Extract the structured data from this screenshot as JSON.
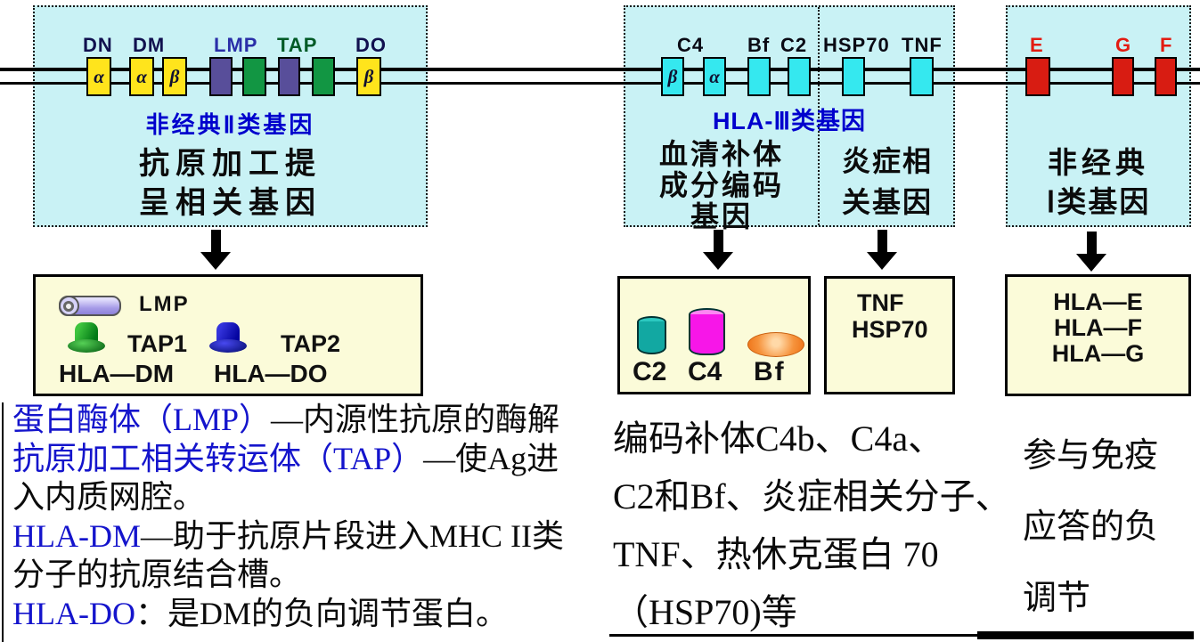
{
  "slide": {
    "top_left_region": {
      "gene_labels": {
        "dn": "DN",
        "dm": "DM",
        "lmp": "LMP",
        "tap": "TAP",
        "do": "DO"
      },
      "gene_letters": {
        "box1": "α",
        "box2": "α",
        "box3": "β",
        "box8": "β"
      },
      "class_label": "非经典Ⅱ类基因",
      "caption_line1": "抗原加工提",
      "caption_line2": "呈相关基因"
    },
    "top_middle_region": {
      "gene_labels": {
        "c4": "C4",
        "bf": "Bf",
        "c2": "C2",
        "hsp70": "HSP70",
        "tnf": "TNF"
      },
      "gene_letters": {
        "box1": "β",
        "box2": "α"
      },
      "class_label": "HLA-Ⅲ类基因",
      "complement_caption_line1": "血清补体",
      "complement_caption_line2": "成分编码",
      "complement_caption_line3": "基因",
      "inflammation_caption_line1": "炎症相",
      "inflammation_caption_line2": "关基因"
    },
    "top_right_region": {
      "gene_labels": {
        "e": "E",
        "g": "G",
        "f": "F"
      },
      "caption_line1": "非经典",
      "caption_line2": "Ⅰ类基因"
    },
    "panel_antigen_processing": {
      "lmp_label": "LMP",
      "tap1_label": "TAP1",
      "tap2_label": "TAP2",
      "hla_dm_label": "HLA—DM",
      "hla_do_label": "HLA—DO"
    },
    "panel_complement": {
      "c2_label": "C2",
      "c4_label": "C4",
      "bf_label": "Bf"
    },
    "panel_tnf_hsp": {
      "line1": "TNF",
      "line2": "HSP70"
    },
    "panel_hla_efg": {
      "line1": "HLA—E",
      "line2": "HLA—F",
      "line3": "HLA—G"
    },
    "notes_left": {
      "line1_blue": "蛋白酶体（LMP）",
      "line1_black": "—内源性抗原的酶解",
      "line2_blue": "抗原加工相关转运体（TAP）",
      "line2_black": "—使Ag进",
      "line3": "入内质网腔。",
      "line4_blue": "HLA-DM",
      "line4_black": "—助于抗原片段进入MHC II类",
      "line5": "分子的抗原结合槽。",
      "line6_blue": "HLA-DO",
      "line6_black": "：是DM的负向调节蛋白。"
    },
    "notes_middle": {
      "line1": "编码补体C4b、C4a、",
      "line2": "C2和Bf、炎症相关分子、",
      "line3": "TNF、热休克蛋白 70",
      "line4": "（HSP70)等"
    },
    "notes_right": {
      "line1": "参与免疫",
      "line2": "应答的负",
      "line3": "调节"
    }
  },
  "colors": {
    "region_background": "#c9f2f5",
    "panel_background": "#fbfbd9",
    "yellow_gene_box": "#ffe41c",
    "purple_gene_box": "#584e9a",
    "green_gene_box": "#129643",
    "cyan_gene_box": "#35e8ef",
    "red_gene_box": "#d81c12",
    "blue_caption": "#0000cd",
    "blue_note_text": "#1414cc",
    "navy_gene_label": "#11114f",
    "green_gene_label": "#005a26",
    "red_gene_label": "#e31c12"
  }
}
